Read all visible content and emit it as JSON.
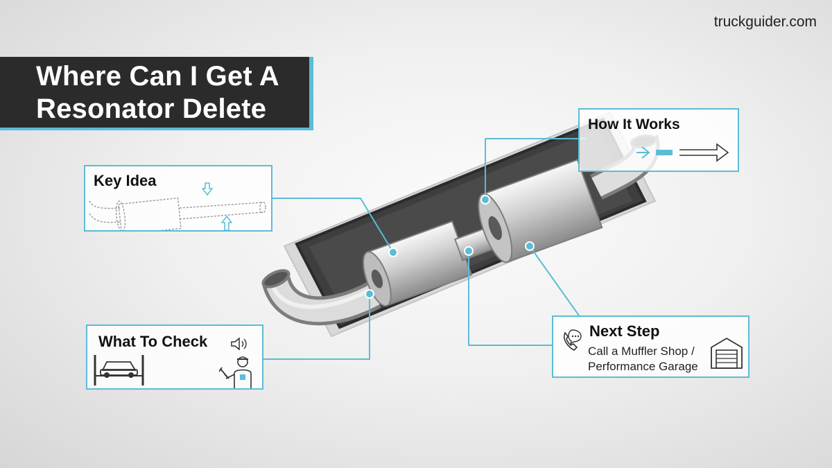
{
  "site": "truckguider.com",
  "title": {
    "line1": "Where Can I Get A",
    "line2": "Resonator Delete"
  },
  "cards": {
    "key_idea": {
      "title": "Key Idea"
    },
    "how_it_works": {
      "title": "How It Works"
    },
    "what_to_check": {
      "title": "What To Check"
    },
    "next_step": {
      "title": "Next Step",
      "line1": "Call a Muffler Shop /",
      "line2": "Performance Garage"
    }
  },
  "colors": {
    "accent": "#5bbcd6",
    "dark": "#2b2b2b",
    "metal": "#c8c8c8"
  },
  "icons": [
    "down-arrow-icon",
    "up-arrow-icon",
    "flow-arrow-icon",
    "speaker-icon",
    "car-lift-icon",
    "mechanic-icon",
    "phone-icon",
    "garage-icon"
  ]
}
